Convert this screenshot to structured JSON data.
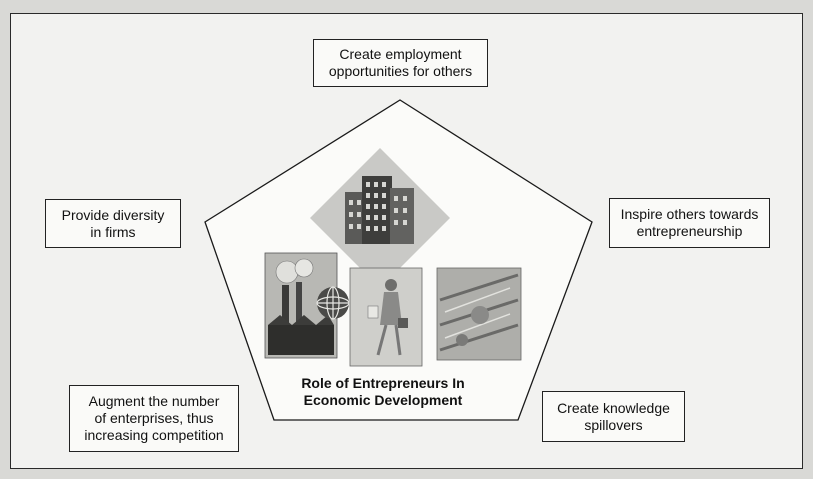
{
  "diagram": {
    "center_title": "Role of Entrepreneurs In\nEconomic Development",
    "roles": [
      {
        "text": "Create employment\nopportunities for others"
      },
      {
        "text": "Provide diversity\nin firms"
      },
      {
        "text": "Inspire others towards\nentrepreneurship"
      },
      {
        "text": "Augment the number\nof enterprises, thus\nincreasing competition"
      },
      {
        "text": "Create knowledge\nspillovers"
      }
    ]
  }
}
